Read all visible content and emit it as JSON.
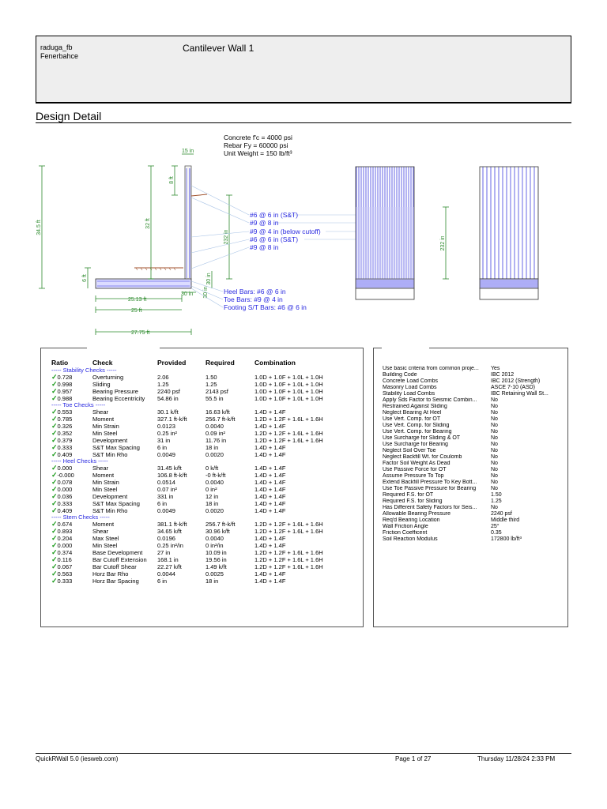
{
  "header": {
    "user": "raduga_fb",
    "company": "Fenerbahce",
    "title": "Cantilever Wall 1"
  },
  "section_title": "Design Detail",
  "materials": [
    "Concrete f'c = 4000 psi",
    "Rebar Fy = 60000 psi",
    "Unit Weight = 150 lb/ft³"
  ],
  "dims": {
    "stem_top": "15 in",
    "top_zone": "8 ft",
    "overall_height": "34.5 ft",
    "stem_height": "32 ft",
    "footing_depth": "6 ft",
    "lap_len": "232 in",
    "lap_len_elev": "232 in",
    "toe_key": "30 in",
    "footing_thk": "30 in",
    "stem_base": "30 in",
    "heel_len": "25.13 ft",
    "heel_full": "25 ft",
    "base_len": "27.75 ft"
  },
  "stem_bars": [
    "#6 @ 6 in (S&T)",
    "#9 @ 8 in",
    "#9 @ 4 in (below cutoff)",
    "#6 @ 6 in (S&T)",
    "#9 @ 8 in"
  ],
  "footing_bars": [
    "Heel Bars:  #6 @ 6 in",
    "Toe Bars:  #9 @ 4 in",
    "Footing S/T Bars:  #6 @ 6 in"
  ],
  "checks": {
    "headers": [
      "Ratio",
      "Check",
      "Provided",
      "Required",
      "Combination"
    ],
    "groups": [
      {
        "title": "----- Stability Checks -----",
        "rows": [
          [
            "0.728",
            "Overturning",
            "2.06",
            "1.50",
            "1.0D + 1.0F + 1.0L + 1.0H"
          ],
          [
            "0.998",
            "Sliding",
            "1.25",
            "1.25",
            "1.0D + 1.0F + 1.0L + 1.0H"
          ],
          [
            "0.957",
            "Bearing Pressure",
            "2240 psf",
            "2143 psf",
            "1.0D + 1.0F + 1.0L + 1.0H"
          ],
          [
            "0.988",
            "Bearing Eccentricity",
            "54.86 in",
            "55.5 in",
            "1.0D + 1.0F + 1.0L + 1.0H"
          ]
        ]
      },
      {
        "title": "----- Toe Checks -----",
        "rows": [
          [
            "0.553",
            "Shear",
            "30.1 k/ft",
            "16.63 k/ft",
            "1.4D + 1.4F"
          ],
          [
            "0.785",
            "Moment",
            "327.1 ft-k/ft",
            "256.7 ft-k/ft",
            "1.2D + 1.2F + 1.6L + 1.6H"
          ],
          [
            "0.326",
            "Min Strain",
            "0.0123",
            "0.0040",
            "1.4D + 1.4F"
          ],
          [
            "0.352",
            "Min Steel",
            "0.25 in²",
            "0.09 in²",
            "1.2D + 1.2F + 1.6L + 1.6H"
          ],
          [
            "0.379",
            "Development",
            "31 in",
            "11.76 in",
            "1.2D + 1.2F + 1.6L + 1.6H"
          ],
          [
            "0.333",
            "S&T Max Spacing",
            "6 in",
            "18 in",
            "1.4D + 1.4F"
          ],
          [
            "0.409",
            "S&T Min Rho",
            "0.0049",
            "0.0020",
            "1.4D + 1.4F"
          ]
        ]
      },
      {
        "title": "----- Heel Checks -----",
        "rows": [
          [
            "0.000",
            "Shear",
            "31.45 k/ft",
            "0 k/ft",
            "1.4D + 1.4F"
          ],
          [
            "-0.000",
            "Moment",
            "106.8 ft-k/ft",
            "-0 ft-k/ft",
            "1.4D + 1.4F"
          ],
          [
            "0.078",
            "Min Strain",
            "0.0514",
            "0.0040",
            "1.4D + 1.4F"
          ],
          [
            "0.000",
            "Min Steel",
            "0.07 in²",
            "0 in²",
            "1.4D + 1.4F"
          ],
          [
            "0.036",
            "Development",
            "331 in",
            "12 in",
            "1.4D + 1.4F"
          ],
          [
            "0.333",
            "S&T Max Spacing",
            "6 in",
            "18 in",
            "1.4D + 1.4F"
          ],
          [
            "0.409",
            "S&T Min Rho",
            "0.0049",
            "0.0020",
            "1.4D + 1.4F"
          ]
        ]
      },
      {
        "title": "----- Stem Checks -----",
        "rows": [
          [
            "0.674",
            "Moment",
            "381.1 ft-k/ft",
            "256.7 ft-k/ft",
            "1.2D + 1.2F + 1.6L + 1.6H"
          ],
          [
            "0.893",
            "Shear",
            "34.65 k/ft",
            "30.96 k/ft",
            "1.2D + 1.2F + 1.6L + 1.6H"
          ],
          [
            "0.204",
            "Max Steel",
            "0.0196",
            "0.0040",
            "1.4D + 1.4F"
          ],
          [
            "0.000",
            "Min Steel",
            "0.25 in²/in",
            "0 in²/in",
            "1.4D + 1.4F"
          ],
          [
            "0.374",
            "Base Development",
            "27 in",
            "10.09 in",
            "1.2D + 1.2F + 1.6L + 1.6H"
          ],
          [
            "0.116",
            "Bar Cutoff Extension",
            "168.1 in",
            "19.56 in",
            "1.2D + 1.2F + 1.6L + 1.6H"
          ],
          [
            "0.067",
            "Bar Cutoff Shear",
            "22.27 k/ft",
            "1.49 k/ft",
            "1.2D + 1.2F + 1.6L + 1.6H"
          ],
          [
            "0.563",
            "Horz Bar Rho",
            "0.0044",
            "0.0025",
            "1.4D + 1.4F"
          ],
          [
            "0.333",
            "Horz Bar Spacing",
            "6 in",
            "18 in",
            "1.4D + 1.4F"
          ]
        ]
      }
    ]
  },
  "criteria": [
    [
      "Use basic criteria from common proje...",
      "Yes"
    ],
    [
      "Building Code",
      "IBC 2012"
    ],
    [
      "Concrete Load Combs",
      "IBC 2012 (Strength)"
    ],
    [
      "Masonry Load Combs",
      "ASCE 7-10 (ASD)"
    ],
    [
      "Stability Load Combs",
      "IBC Retaining Wall St..."
    ],
    [
      "Apply Sds Factor to Seismic Combin...",
      "No"
    ],
    [
      "Restrained Against Sliding",
      "No"
    ],
    [
      "Neglect Bearing At Heel",
      "No"
    ],
    [
      "Use Vert. Comp. for OT",
      "No"
    ],
    [
      "Use Vert. Comp. for Sliding",
      "No"
    ],
    [
      "Use Vert. Comp. for Bearing",
      "No"
    ],
    [
      "Use Surcharge for Sliding & OT",
      "No"
    ],
    [
      "Use Surcharge for Bearing",
      "No"
    ],
    [
      "Neglect Soil Over Toe",
      "No"
    ],
    [
      "Neglect Backfill Wt. for Coulomb",
      "No"
    ],
    [
      "Factor Soil Weight As Dead",
      "No"
    ],
    [
      "Use Passive Force for OT",
      "No"
    ],
    [
      "Assume Pressure To Top",
      "No"
    ],
    [
      "Extend Backfill Pressure To Key Bott...",
      "No"
    ],
    [
      "Use Toe Passive Pressure for Bearing",
      "No"
    ],
    [
      "Required F.S. for OT",
      "1.50"
    ],
    [
      "Required F.S. for Sliding",
      "1.25"
    ],
    [
      "Has Different Safety Factors for Seis...",
      "No"
    ],
    [
      "Allowable Bearing Pressure",
      "2240 psf"
    ],
    [
      "Req'd Bearing Location",
      "Middle third"
    ],
    [
      "Wall Friction Angle",
      "25°"
    ],
    [
      "Friction Coefficent",
      "0.35"
    ],
    [
      "Soil Reaction Modulus",
      "172800 lb/ft³"
    ]
  ],
  "footer": {
    "app": "QuickRWall 5.0 (iesweb.com)",
    "page": "Page 1 of 27",
    "date": "Thursday  11/28/24  2:33 PM"
  }
}
